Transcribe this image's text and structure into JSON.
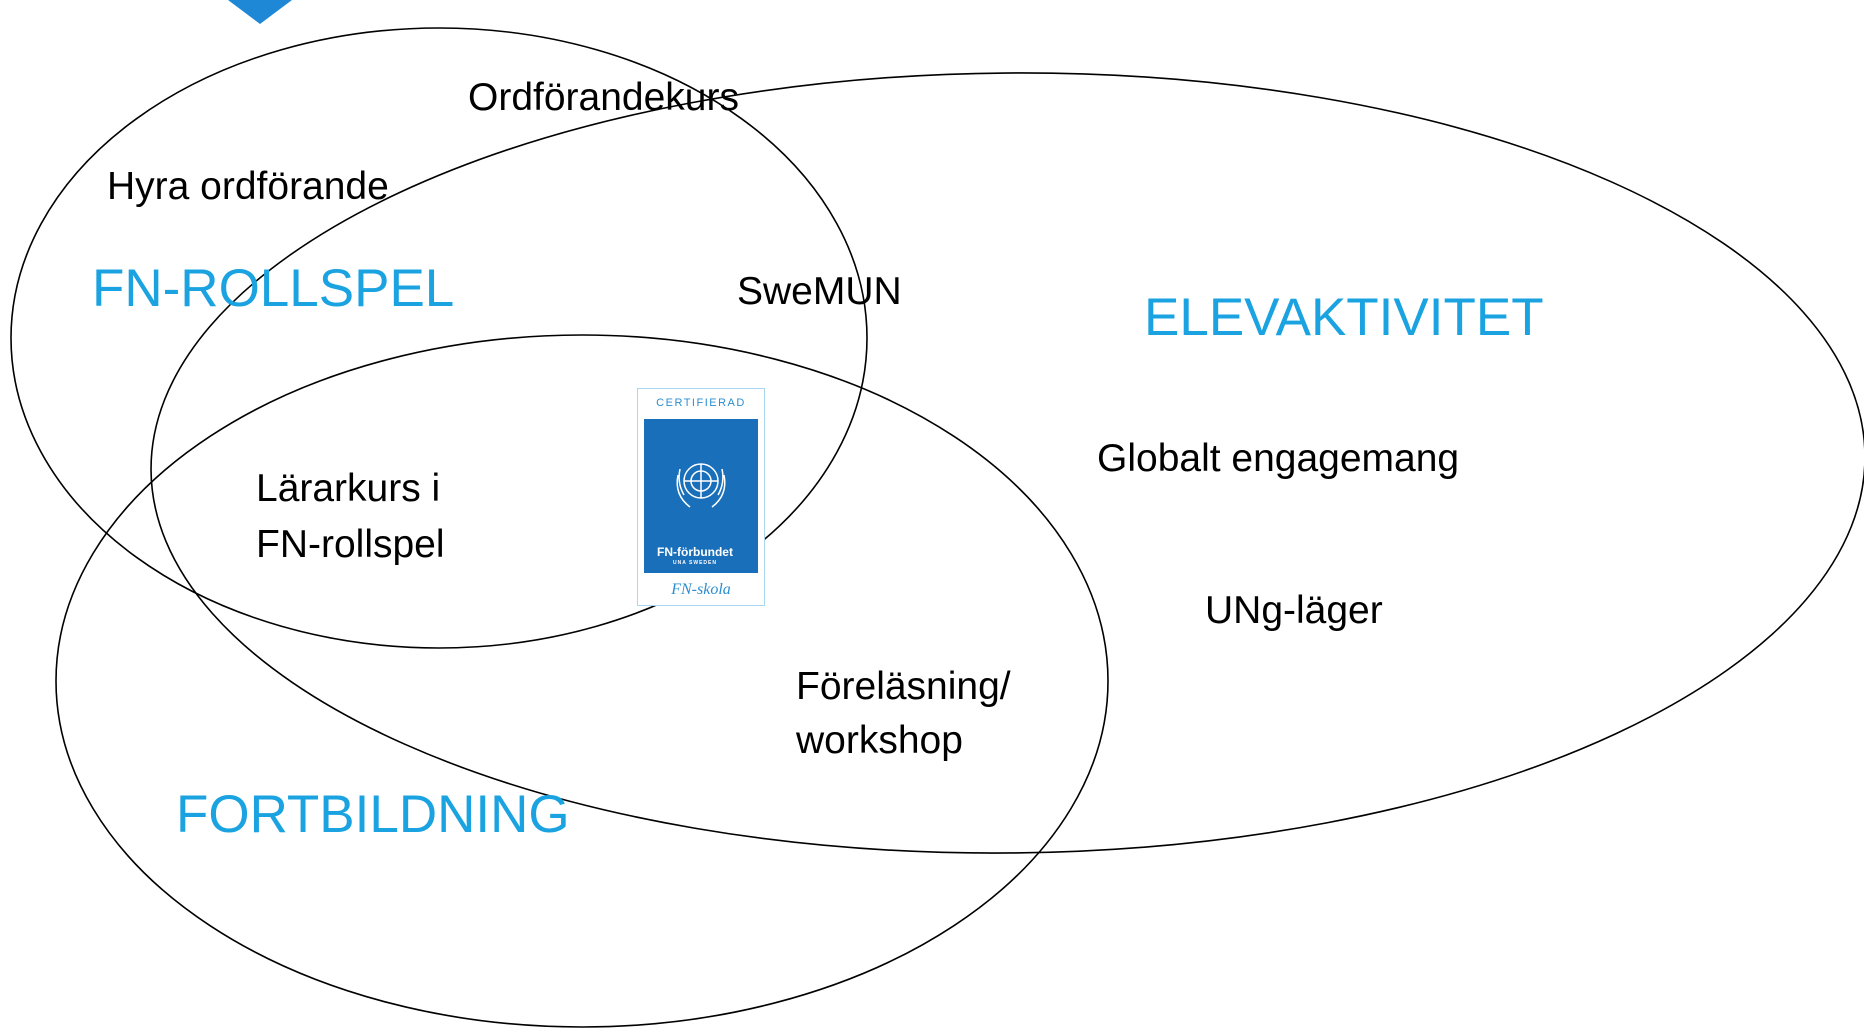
{
  "colors": {
    "group_label": "#1aa3e0",
    "marker": "#1e88d6",
    "badge_blue": "#1a6fba",
    "outline": "#000000"
  },
  "groups": {
    "fn_rollspel": "FN-ROLLSPEL",
    "elevaktivitet": "ELEVAKTIVITET",
    "fortbildning": "FORTBILDNING"
  },
  "items": {
    "ordforandekurs": "Ordförandekurs",
    "hyra_ordforande": "Hyra ordförande",
    "swemun": "SweMUN",
    "lararkurs_line1": "Lärarkurs i",
    "lararkurs_line2": "FN-rollspel",
    "globalt_engagemang": "Globalt engagemang",
    "ung_lager": "UNg-läger",
    "forelasning_line1": "Föreläsning/",
    "forelasning_line2": "workshop"
  },
  "badge": {
    "certified": "CERTIFIERAD",
    "org": "FN-förbundet",
    "org_sub": "UNA SWEDEN",
    "school": "FN-skola",
    "icon": "un-emblem-icon"
  }
}
